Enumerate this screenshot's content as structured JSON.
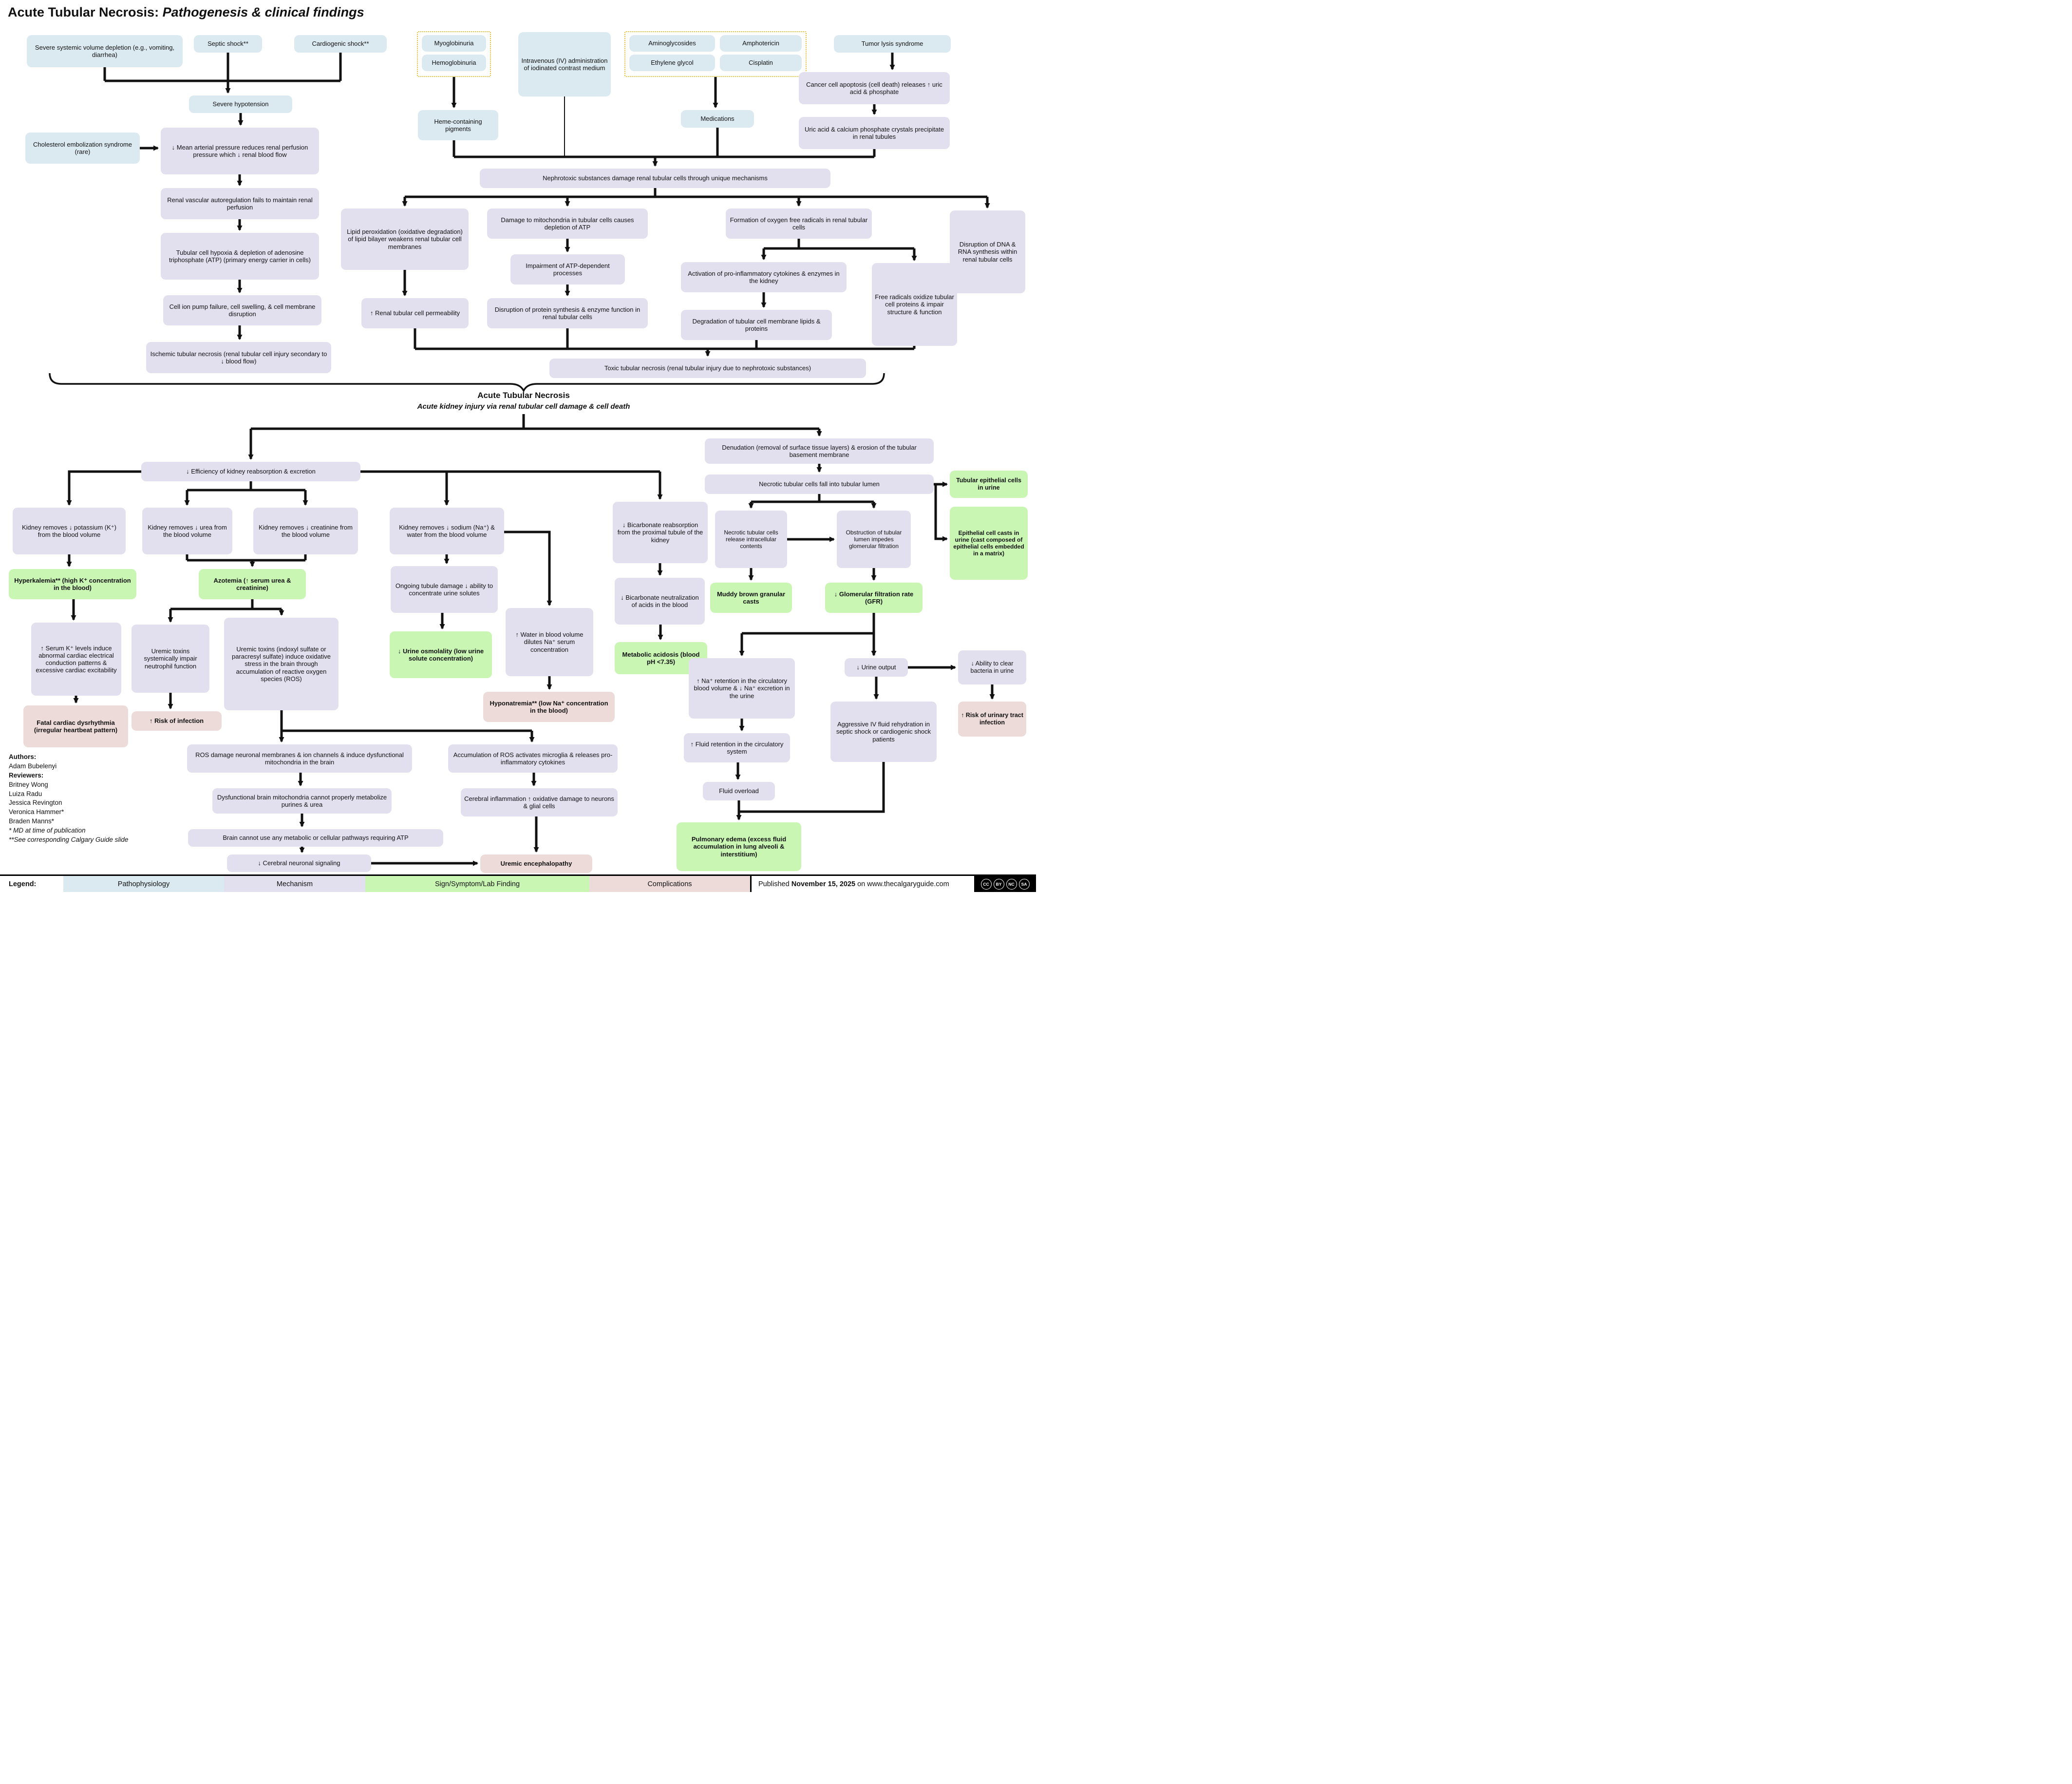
{
  "title": {
    "prefix": "Acute Tubular Necrosis: ",
    "emphasis": "Pathogenesis & clinical findings"
  },
  "colors": {
    "pathophysiology": "#dbe9f1",
    "mechanism": "#e2dfee",
    "sign_symptom_lab_finding": "#c9f6b3",
    "complications": "#ecdbd9",
    "nephrotoxin_group_outline": "#eebc2e",
    "arrow": "#111111"
  },
  "nodes": {
    "severe_depletion": "Severe systemic volume depletion (e.g., vomiting, diarrhea)",
    "septic_shock": "Septic shock**",
    "cardiogenic_shock": "Cardiogenic shock**",
    "myoglobinuria": "Myoglobinuria",
    "hemoglobinuria": "Hemoglobinuria",
    "iv_contrast": "Intravenous (IV) administration of iodinated contrast medium",
    "aminoglycosides": "Aminoglycosides",
    "amphotericin": "Amphotericin",
    "ethylene_glycol": "Ethylene glycol",
    "cisplatin": "Cisplatin",
    "tumor_lysis": "Tumor lysis syndrome",
    "severe_hypotension": "Severe hypotension",
    "chol_embolization": "Cholesterol embolization syndrome (rare)",
    "map_reduces": "↓ Mean arterial pressure reduces renal perfusion pressure which ↓ renal blood flow",
    "heme_pigments": "Heme-containing pigments",
    "medications": "Medications",
    "cancer_apoptosis": "Cancer cell apoptosis (cell death) releases ↑ uric acid & phosphate",
    "uric_crystals": "Uric acid & calcium phosphate crystals precipitate in renal tubules",
    "renal_autoregulation": "Renal vascular autoregulation fails to maintain renal perfusion",
    "nephrotoxic": "Nephrotoxic substances damage renal tubular cells through unique mechanisms",
    "tubular_hypoxia": "Tubular cell hypoxia & depletion of adenosine triphosphate (ATP) (primary energy carrier in cells)",
    "lipid_peroxidation": "Lipid peroxidation (oxidative degradation) of lipid bilayer weakens renal tubular cell membranes",
    "mito_damage": "Damage to mitochondria in tubular cells causes depletion of ATP",
    "oxygen_radicals": "Formation of oxygen free radicals in renal tubular cells",
    "dna_disruption": "Disruption of DNA & RNA synthesis within renal tubular cells",
    "ion_pump_failure": "Cell ion pump failure, cell swelling, & cell membrane disruption",
    "atp_impairment": "Impairment of ATP-dependent processes",
    "proinflammatory": "Activation of pro-inflammatory cytokines & enzymes in the kidney",
    "free_radicals": "Free radicals oxidize tubular cell proteins & impair structure & function",
    "renal_permeability": "↑ Renal tubular cell permeability",
    "protein_disruption": "Disruption of protein synthesis & enzyme function in renal tubular cells",
    "membrane_degradation": "Degradation of tubular cell membrane lipids & proteins",
    "ischemic_necrosis": "Ischemic tubular necrosis (renal tubular cell injury secondary to ↓ blood flow)",
    "toxic_necrosis": "Toxic tubular necrosis (renal tubular injury due to nephrotoxic substances)",
    "atn_heading": "Acute Tubular Necrosis",
    "atn_subheading": "Acute kidney injury via renal tubular cell damage & cell death",
    "efficiency": "↓ Efficiency of kidney reabsorption & excretion",
    "k_potassium": "Kidney removes ↓ potassium (K⁺) from the blood volume",
    "k_urea": "Kidney removes ↓ urea from the blood volume",
    "k_creatinine": "Kidney removes ↓ creatinine from the blood volume",
    "k_sodium": "Kidney removes ↓ sodium (Na⁺) & water from the blood volume",
    "bicarb_reabsorption": "↓ Bicarbonate reabsorption from the proximal tubule of the kidney",
    "hyperkalemia": "Hyperkalemia** (high K⁺ concentration in the blood)",
    "azotemia": "Azotemia (↑ serum urea & creatinine)",
    "ongoing_tubule": "Ongoing tubule damage ↓ ability to concentrate urine solutes",
    "bicarb_neutralization": "↓ Bicarbonate neutralization of acids in the blood",
    "serum_k": "↑ Serum K⁺ levels induce abnormal cardiac electrical conduction patterns & excessive cardiac excitability",
    "uremic_systemic": "Uremic toxins systemically impair neutrophil function",
    "uremic_indoxyl": "Uremic toxins (indoxyl sulfate or paracresyl sulfate) induce oxidative stress in the brain through accumulation of reactive oxygen species (ROS)",
    "urine_osmolality": "↓ Urine osmolality (low urine solute concentration)",
    "water_dilutes": "↑ Water in blood volume dilutes Na⁺ serum concentration",
    "metabolic_acidosis": "Metabolic acidosis (blood pH <7.35)",
    "hyponatremia": "Hyponatremia** (low Na⁺ concentration in the blood)",
    "fatal_cardiac": "Fatal cardiac dysrhythmia (irregular heartbeat pattern)",
    "risk_infection": "↑ Risk of infection",
    "ros_damage": "ROS damage neuronal membranes & ion channels & induce dysfunctional mitochondria in the brain",
    "ros_accumulation": "Accumulation of ROS activates microglia & releases pro-inflammatory cytokines",
    "dysfunctional_mito": "Dysfunctional brain mitochondria cannot properly metabolize purines & urea",
    "cerebral_inflammation": "Cerebral inflammation ↑ oxidative damage to neurons & glial cells",
    "brain_cannot": "Brain cannot use any metabolic or cellular pathways requiring ATP",
    "cerebral_signaling": "↓ Cerebral neuronal signaling",
    "uremic_encephalopathy": "Uremic encephalopathy",
    "denudation": "Denudation (removal of surface tissue layers) & erosion of the tubular basement membrane",
    "necrotic_fall": "Necrotic tubular cells fall into tubular lumen",
    "tubular_epithelial": "Tubular epithelial cells in urine",
    "epithelial_casts": "Epithelial cell casts in urine (cast composed of epithelial cells embedded in a matrix)",
    "necrotic_release": "Necrotic tubular cells release intracellular contents",
    "obstruction": "Obstruction of tubular lumen impedes glomerular filtration",
    "muddy_brown": "Muddy brown granular casts",
    "gfr": "↓ Glomerular filtration rate (GFR)",
    "na_retention": "↑ Na⁺ retention in the circulatory blood volume & ↓ Na⁺ excretion in the urine",
    "urine_output": "↓ Urine output",
    "ability_clear": "↓ Ability to clear bacteria in urine",
    "risk_uti": "↑ Risk of urinary tract infection",
    "aggressive_iv": "Aggressive IV fluid rehydration in septic shock or cardiogenic shock patients",
    "fluid_retention": "↑ Fluid retention in the circulatory system",
    "fluid_overload": "Fluid overload",
    "pulmonary_edema": "Pulmonary edema (excess fluid accumulation in lung alveoli & interstitium)"
  },
  "credits": {
    "authors_label": "Authors:",
    "authors": [
      "Adam Bubelenyi"
    ],
    "reviewers_label": "Reviewers:",
    "reviewers": [
      "Britney Wong",
      "Luiza Radu",
      "Jessica Revington",
      "Veronica Hammer*",
      "Braden Manns*"
    ],
    "notes": [
      "* MD at time of publication",
      "**See corresponding Calgary Guide slide"
    ]
  },
  "legend": {
    "label": "Legend:",
    "items": [
      {
        "label": "Pathophysiology",
        "color": "#dbe9f1"
      },
      {
        "label": "Mechanism",
        "color": "#e2dfee"
      },
      {
        "label": "Sign/Symptom/Lab Finding",
        "color": "#c9f6b3"
      },
      {
        "label": "Complications",
        "color": "#ecdbd9"
      }
    ]
  },
  "footer": {
    "published_prefix": "Published",
    "published_date": "November 15, 2025",
    "published_suffix": "on www.thecalgaryguide.com",
    "cc": [
      "cc",
      "by",
      "nc",
      "sa"
    ]
  }
}
